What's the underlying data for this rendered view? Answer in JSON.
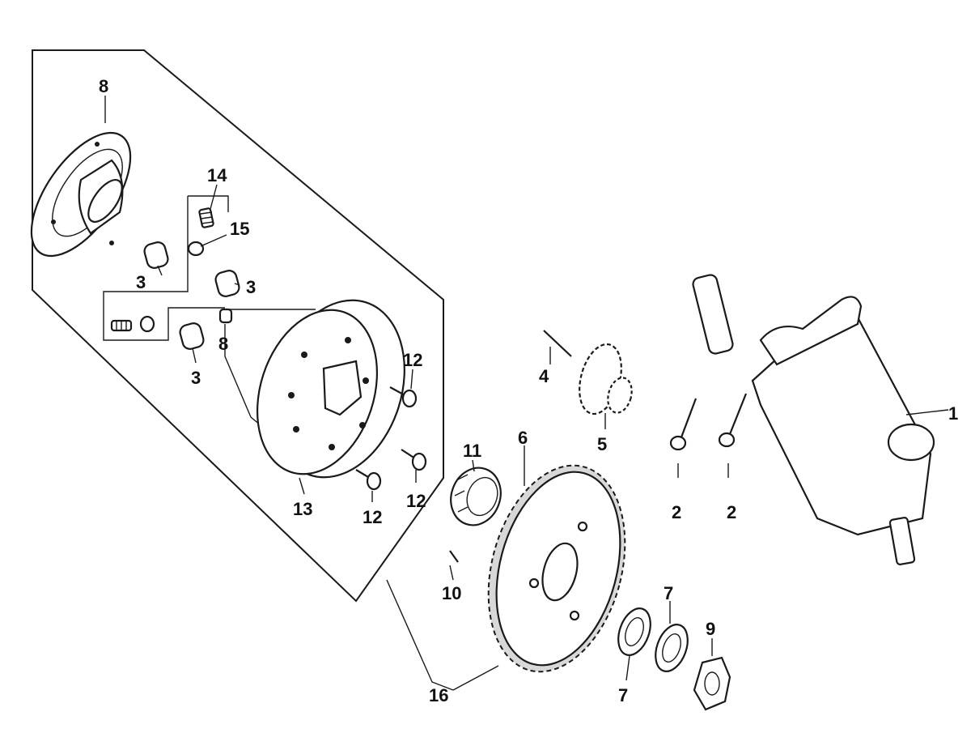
{
  "callouts": {
    "c1": "1",
    "c2a": "2",
    "c2b": "2",
    "c3a": "3",
    "c3b": "3",
    "c3c": "3",
    "c4": "4",
    "c5": "5",
    "c6": "6",
    "c7a": "7",
    "c7b": "7",
    "c8a": "8",
    "c8b": "8",
    "c9": "9",
    "c10": "10",
    "c11": "11",
    "c12a": "12",
    "c12b": "12",
    "c12c": "12",
    "c13": "13",
    "c14": "14",
    "c15": "15",
    "c16": "16"
  }
}
